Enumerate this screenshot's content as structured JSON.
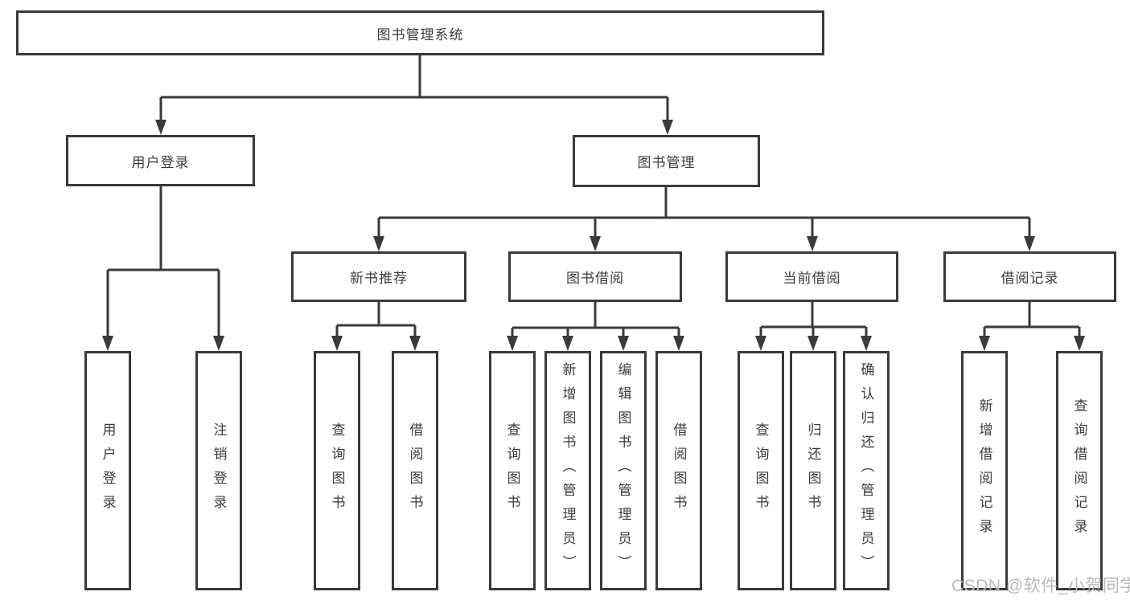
{
  "colors": {
    "line": "#3a3a3c",
    "text": "#3d3d40",
    "watermark": "#b9b9bc",
    "bg": "#ffffff"
  },
  "diagram": {
    "root": {
      "label": "图书管理系统"
    },
    "branches": [
      {
        "label": "用户登录"
      },
      {
        "label": "图书管理"
      }
    ],
    "modules": [
      {
        "label": "新书推荐"
      },
      {
        "label": "图书借阅"
      },
      {
        "label": "当前借阅"
      },
      {
        "label": "借阅记录"
      }
    ],
    "leaves": {
      "login": [
        {
          "label": "用户登录"
        },
        {
          "label": "注销登录"
        }
      ],
      "recommend": [
        {
          "label": "查询图书"
        },
        {
          "label": "借阅图书"
        }
      ],
      "borrow": [
        {
          "label": "查询图书"
        },
        {
          "label": "新增图书（管理员）"
        },
        {
          "label": "编辑图书（管理员）"
        },
        {
          "label": "借阅图书"
        }
      ],
      "current": [
        {
          "label": "查询图书"
        },
        {
          "label": "归还图书"
        },
        {
          "label": "确认归还（管理员）"
        }
      ],
      "records": [
        {
          "label": "新增借阅记录"
        },
        {
          "label": "查询借阅记录"
        }
      ]
    }
  },
  "watermark": {
    "text": "CSDN @软件_小贺同学"
  }
}
